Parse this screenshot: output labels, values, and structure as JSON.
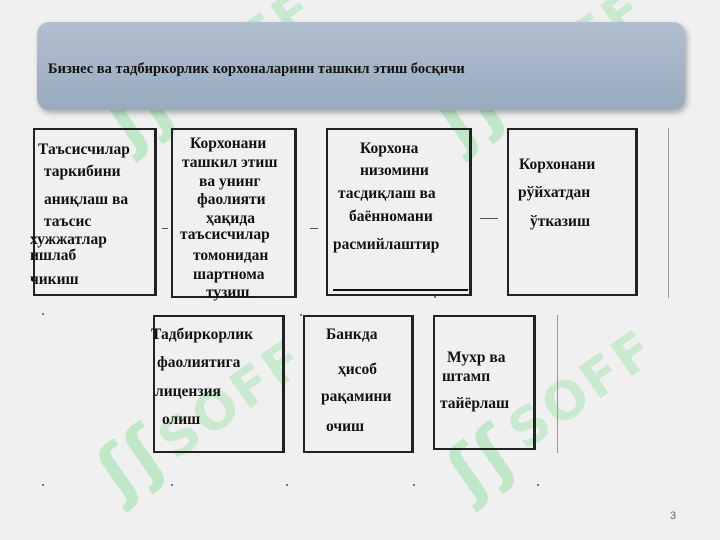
{
  "banner": {
    "title": "Бизнес ва тадбиркорлик корхоналарини ташкил этиш босқичи"
  },
  "watermark": {
    "text": "SOFF",
    "mark": "ʃʃ",
    "color": "#78dc8c"
  },
  "steps": [
    {
      "lines": [
        "Таъсисчилар",
        "таркибини",
        "аниқлаш ва",
        "таъсис",
        "хужжатлар",
        "ишлаб",
        "чикиш"
      ]
    },
    {
      "lines": [
        "Корхонани",
        "ташкил этиш",
        "ва унинг",
        "фаолияти",
        "ҳақида",
        "таъсисчилар",
        "томонидан",
        "шартнома",
        "тузиш"
      ]
    },
    {
      "lines": [
        "Корхона",
        "низомини",
        "тасдиқлаш ва",
        "баённомани",
        "расмийлаштир"
      ]
    },
    {
      "lines": [
        "Корхонани",
        "рўйхатдан",
        "ўтказиш"
      ]
    },
    {
      "lines": [
        "Тадбиркорлик",
        "фаолиятига",
        "лицензия",
        "олиш"
      ]
    },
    {
      "lines": [
        "Банкда",
        "ҳисоб",
        "рақамини",
        "очиш"
      ]
    },
    {
      "lines": [
        "Мухр ва",
        "штамп",
        "тайёрлаш"
      ]
    }
  ],
  "page_number": "3"
}
